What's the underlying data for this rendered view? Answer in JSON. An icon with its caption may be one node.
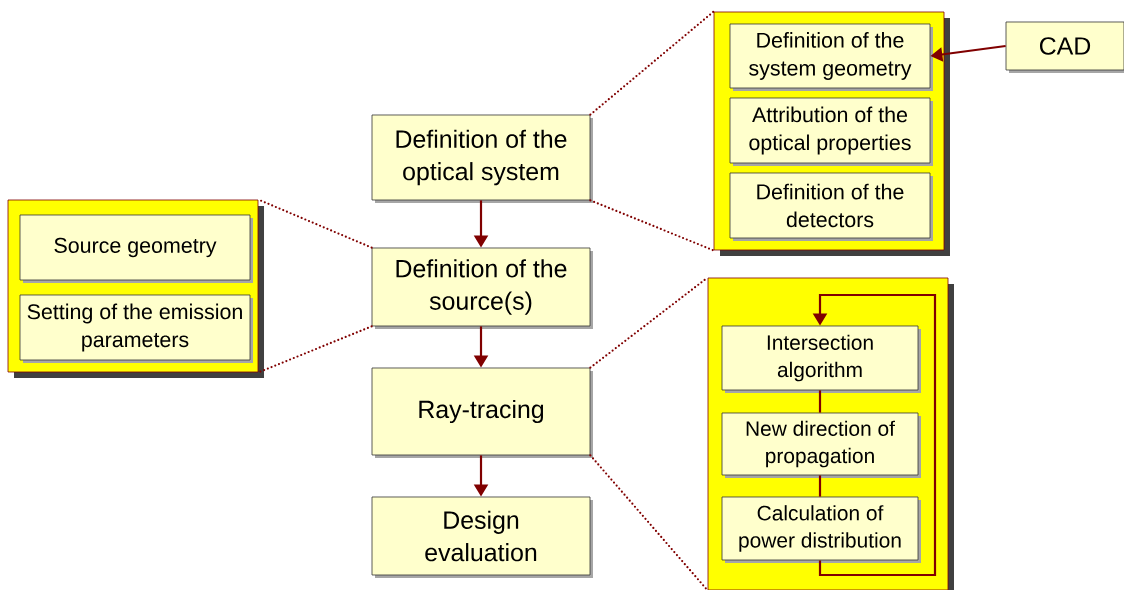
{
  "diagram": {
    "nodes": [
      {
        "text": [
          "Definition of the optical system"
        ]
      },
      {
        "text": [
          "Definition of the source(s)"
        ]
      },
      {
        "text": [
          "Ray-tracing"
        ]
      },
      {
        "text": [
          "Design evaluation"
        ]
      },
      {
        "text": [],
        "shape": "box"
      },
      {
        "text": [
          "Definition of the system geometry"
        ],
        "in": 4
      },
      {
        "text": [
          "Attribution of the optical properties"
        ],
        "in": 4
      },
      {
        "text": [
          "Definition of the detectors"
        ],
        "in": 4
      },
      {
        "text": [
          "CAD"
        ]
      },
      {
        "text": [],
        "shape": "box"
      },
      {
        "text": [
          "Source geometry"
        ],
        "in": 9
      },
      {
        "text": [
          "Setting of the emission parameters"
        ],
        "in": 9
      },
      {
        "text": [],
        "shape": "box"
      },
      {
        "text": [
          "Intersection algorithm"
        ],
        "in": 12
      },
      {
        "text": [
          "New direction of propagation"
        ],
        "in": 12
      },
      {
        "text": [
          "Calculation of power distribution"
        ],
        "in": 12
      }
    ],
    "edges": [
      {
        "from": 0,
        "to": 1,
        "arrow": "to"
      },
      {
        "from": 1,
        "to": 2,
        "arrow": "to"
      },
      {
        "from": 2,
        "to": 3,
        "arrow": "to"
      },
      {
        "from": 8,
        "to": 5,
        "arrow": "to"
      },
      {
        "from": 0,
        "to": 4,
        "arrow": "none",
        "style": "dashed"
      },
      {
        "from": 0,
        "to": 4,
        "arrow": "none",
        "style": "dashed"
      },
      {
        "from": 1,
        "to": 9,
        "arrow": "none",
        "style": "dashed"
      },
      {
        "from": 1,
        "to": 9,
        "arrow": "none",
        "style": "dashed"
      },
      {
        "from": 2,
        "to": 12,
        "arrow": "none",
        "style": "dashed"
      },
      {
        "from": 2,
        "to": 12,
        "arrow": "none",
        "style": "dashed"
      },
      {
        "from": 13,
        "to": 14,
        "arrow": "none"
      },
      {
        "from": 14,
        "to": 15,
        "arrow": "none"
      },
      {
        "from": 15,
        "to": 13,
        "arrow": "to"
      }
    ]
  }
}
